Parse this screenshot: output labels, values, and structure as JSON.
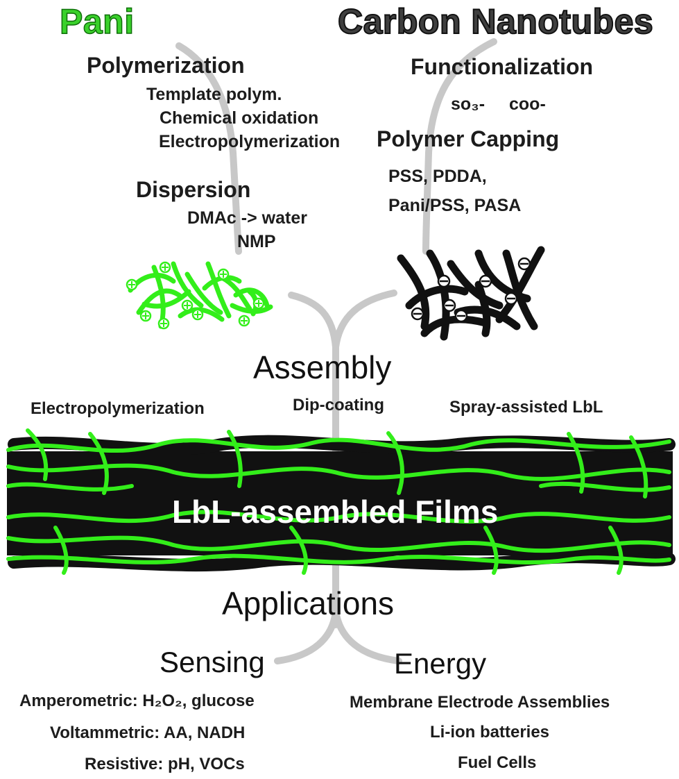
{
  "pani": {
    "title": "Pani",
    "polymerization": {
      "heading": "Polymerization",
      "items": [
        "Template polym.",
        "Chemical oxidation",
        "Electropolymerization"
      ]
    },
    "dispersion": {
      "heading": "Dispersion",
      "items": [
        "DMAc -> water",
        "NMP"
      ]
    }
  },
  "cnt": {
    "title": "Carbon Nanotubes",
    "functionalization": {
      "heading": "Functionalization",
      "groups": [
        "so₃-",
        "coo-"
      ]
    },
    "capping": {
      "heading": "Polymer Capping",
      "items": [
        "PSS, PDDA,",
        "Pani/PSS, PASA"
      ]
    }
  },
  "assembly": {
    "heading": "Assembly",
    "methods": [
      "Electropolymerization",
      "Dip-coating",
      "Spray-assisted LbL"
    ]
  },
  "film": {
    "label": "LbL-assembled Films"
  },
  "applications": {
    "heading": "Applications",
    "sensing": {
      "heading": "Sensing",
      "items": [
        "Amperometric: H₂O₂, glucose",
        "Voltammetric: AA, NADH",
        "Resistive: pH, VOCs"
      ]
    },
    "energy": {
      "heading": "Energy",
      "items": [
        "Membrane Electrode Assemblies",
        "Li-ion batteries",
        "Fuel Cells"
      ]
    }
  },
  "colors": {
    "pani_green": "#33ee1a",
    "cnt_black": "#111111",
    "flow_gray": "#c8c8c8"
  }
}
